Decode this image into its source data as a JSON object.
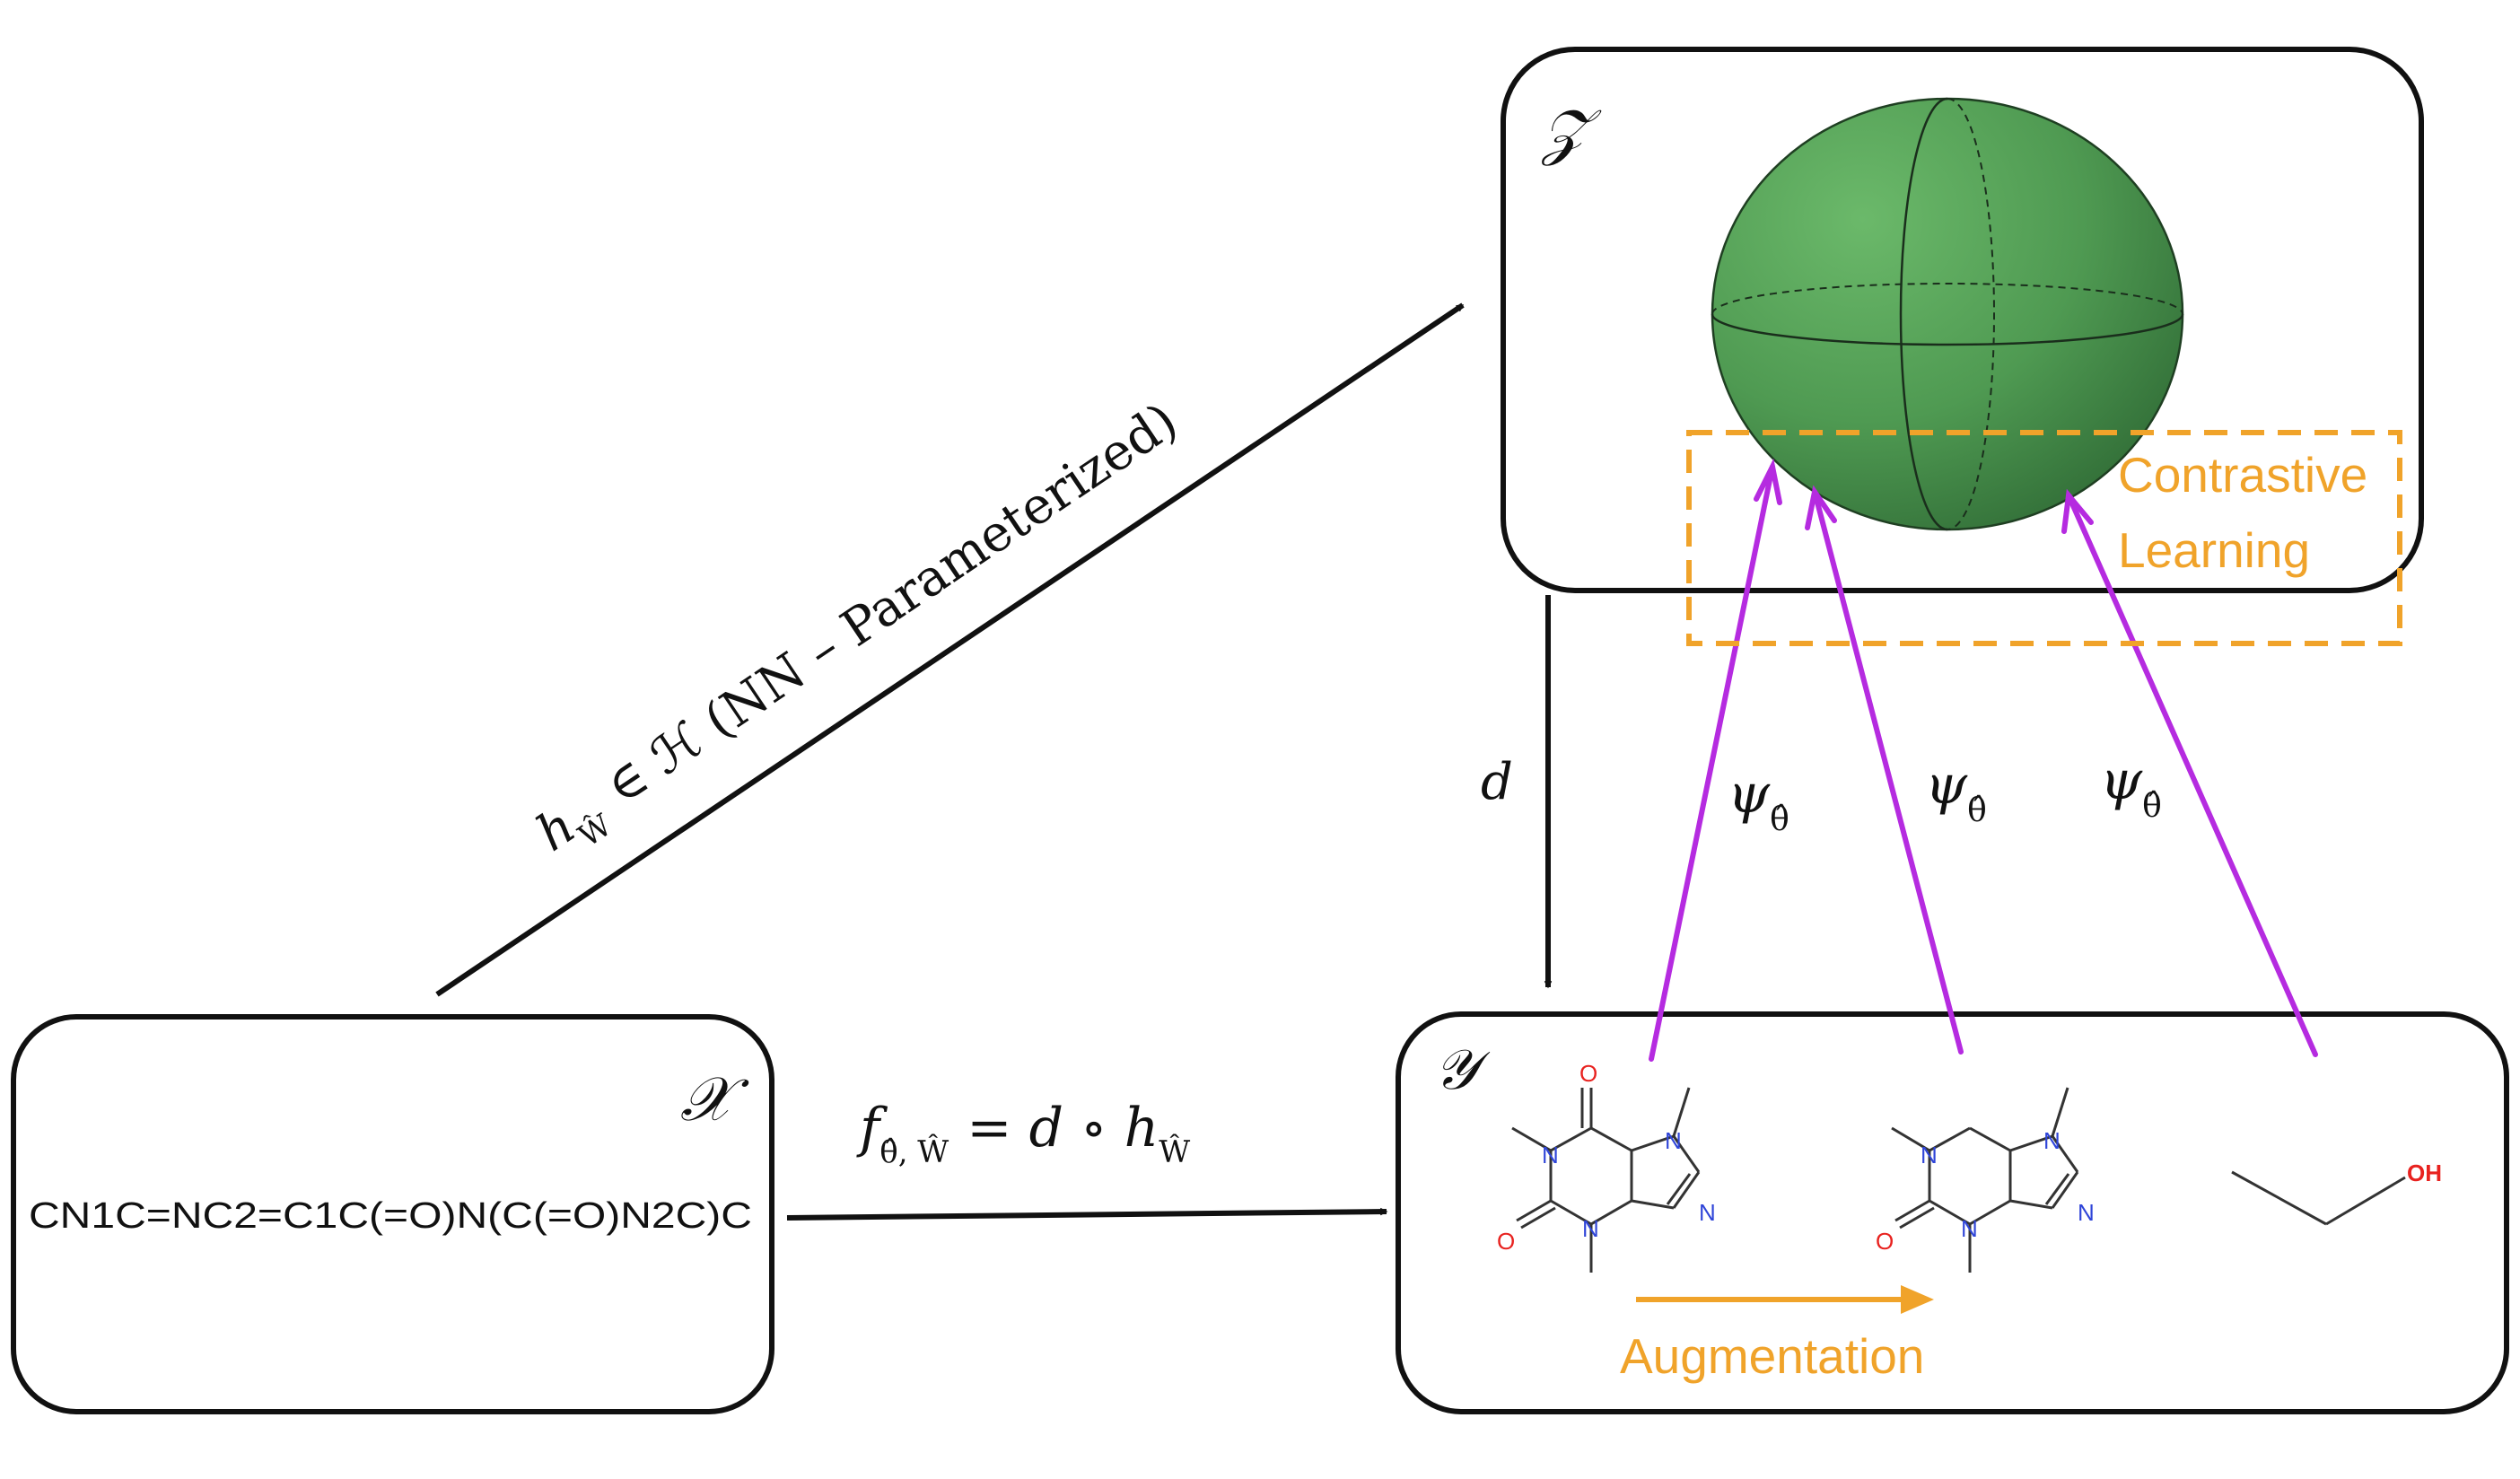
{
  "spaces": {
    "x_label": "𝒳",
    "y_label": "𝒴",
    "z_label": "𝒵"
  },
  "smiles": "CN1C=NC2=C1C(=O)N(C(=O)N2C)C",
  "maps": {
    "h_symbol": "h",
    "h_subscript": "Ŵ",
    "h_rest": "∈ ℋ (NN – Parameterized)",
    "f_symbol": "f",
    "f_subscript": "θ̂, Ŵ",
    "f_eq": "= d ∘ h",
    "f_eq_subscript": "Ŵ",
    "d_label": "d",
    "psi_symbol": "ψ",
    "psi_subscript": "θ̂"
  },
  "annotations": {
    "contrastive_line1": "Contrastive",
    "contrastive_line2": "Learning",
    "augmentation": "Augmentation"
  },
  "atoms": {
    "oxygen": "O",
    "nitrogen": "N",
    "hydroxyl": "OH"
  },
  "colors": {
    "orange": "#F0A32A",
    "purple": "#B52BE0",
    "sphere_green": "#5AA75C",
    "oxygen_red": "#E8221F",
    "nitrogen_blue": "#2F45D8"
  }
}
